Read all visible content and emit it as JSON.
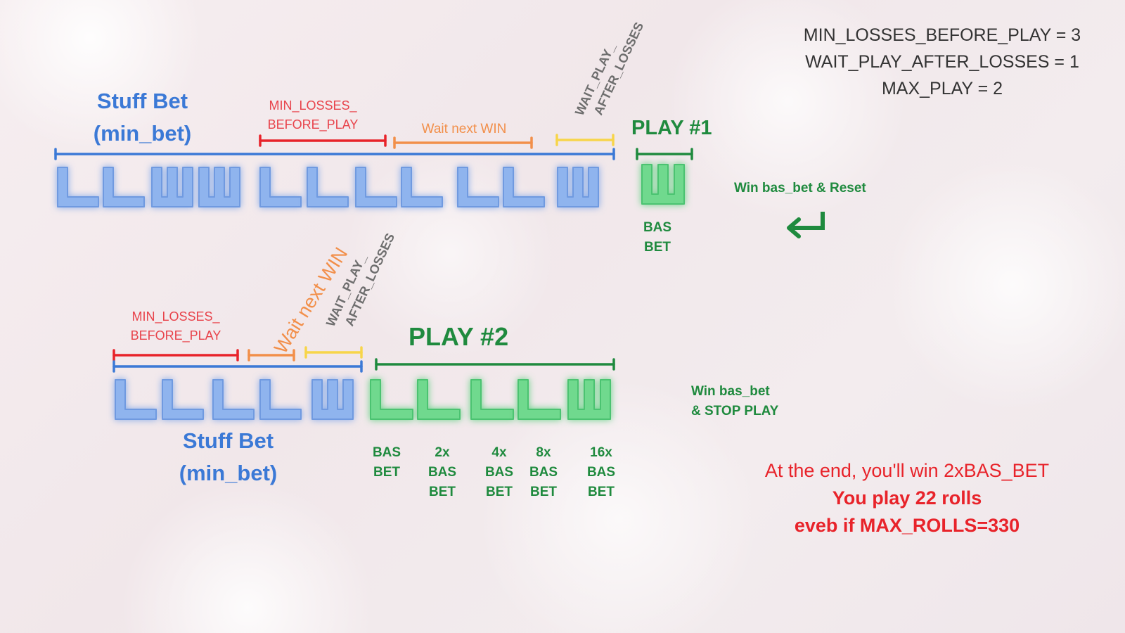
{
  "config": {
    "line1": "MIN_LOSSES_BEFORE_PLAY = 3",
    "line2": "WAIT_PLAY_AFTER_LOSSES = 1",
    "line3": "MAX_PLAY = 2"
  },
  "row1": {
    "stuff_bet_line1": "Stuff Bet",
    "stuff_bet_line2": "(min_bet)",
    "min_losses_line1": "MIN_LOSSES_",
    "min_losses_line2": "BEFORE_PLAY",
    "wait_next_win": "Wait next WIN",
    "wait_play_line1": "WAIT_PLAY_",
    "wait_play_line2": "AFTER_LOSSES",
    "play_title": "PLAY #1",
    "letters": [
      "L",
      "L",
      "W",
      "W",
      "L",
      "L",
      "L",
      "L",
      "L",
      "L",
      "W"
    ],
    "play_letters": [
      "W"
    ],
    "bet_labels": [
      [
        "BAS",
        "BET"
      ]
    ],
    "result": "Win bas_bet & Reset",
    "return_icon": "return-arrow-icon"
  },
  "row2": {
    "min_losses_line1": "MIN_LOSSES_",
    "min_losses_line2": "BEFORE_PLAY",
    "wait_next_win": "Wait next WIN",
    "wait_play_line1": "WAIT_PLAY_",
    "wait_play_line2": "AFTER_LOSSES",
    "play_title": "PLAY #2",
    "letters": [
      "L",
      "L",
      "L",
      "L",
      "W"
    ],
    "play_letters": [
      "L",
      "L",
      "L",
      "L",
      "W"
    ],
    "stuff_bet_line1": "Stuff Bet",
    "stuff_bet_line2": "(min_bet)",
    "bet_labels": [
      [
        "BAS",
        "BET"
      ],
      [
        "2x",
        "BAS",
        "BET"
      ],
      [
        "4x",
        "BAS",
        "BET"
      ],
      [
        "8x",
        "BAS",
        "BET"
      ],
      [
        "16x",
        "BAS",
        "BET"
      ]
    ],
    "result_line1": "Win bas_bet",
    "result_line2": "& STOP PLAY"
  },
  "notes": {
    "line1": "At the end, you'll win 2xBAS_BET",
    "line2": "You play 22 rolls",
    "line3": "eveb if MAX_ROLLS=330"
  },
  "colors": {
    "blue": "#3b79d6",
    "blue_letter": "#8fb4ee",
    "green": "#1f8a3e",
    "green_letter": "#6fd98e",
    "red": "#e8232a",
    "orange": "#f28f4a",
    "yellow": "#f7d54a"
  }
}
